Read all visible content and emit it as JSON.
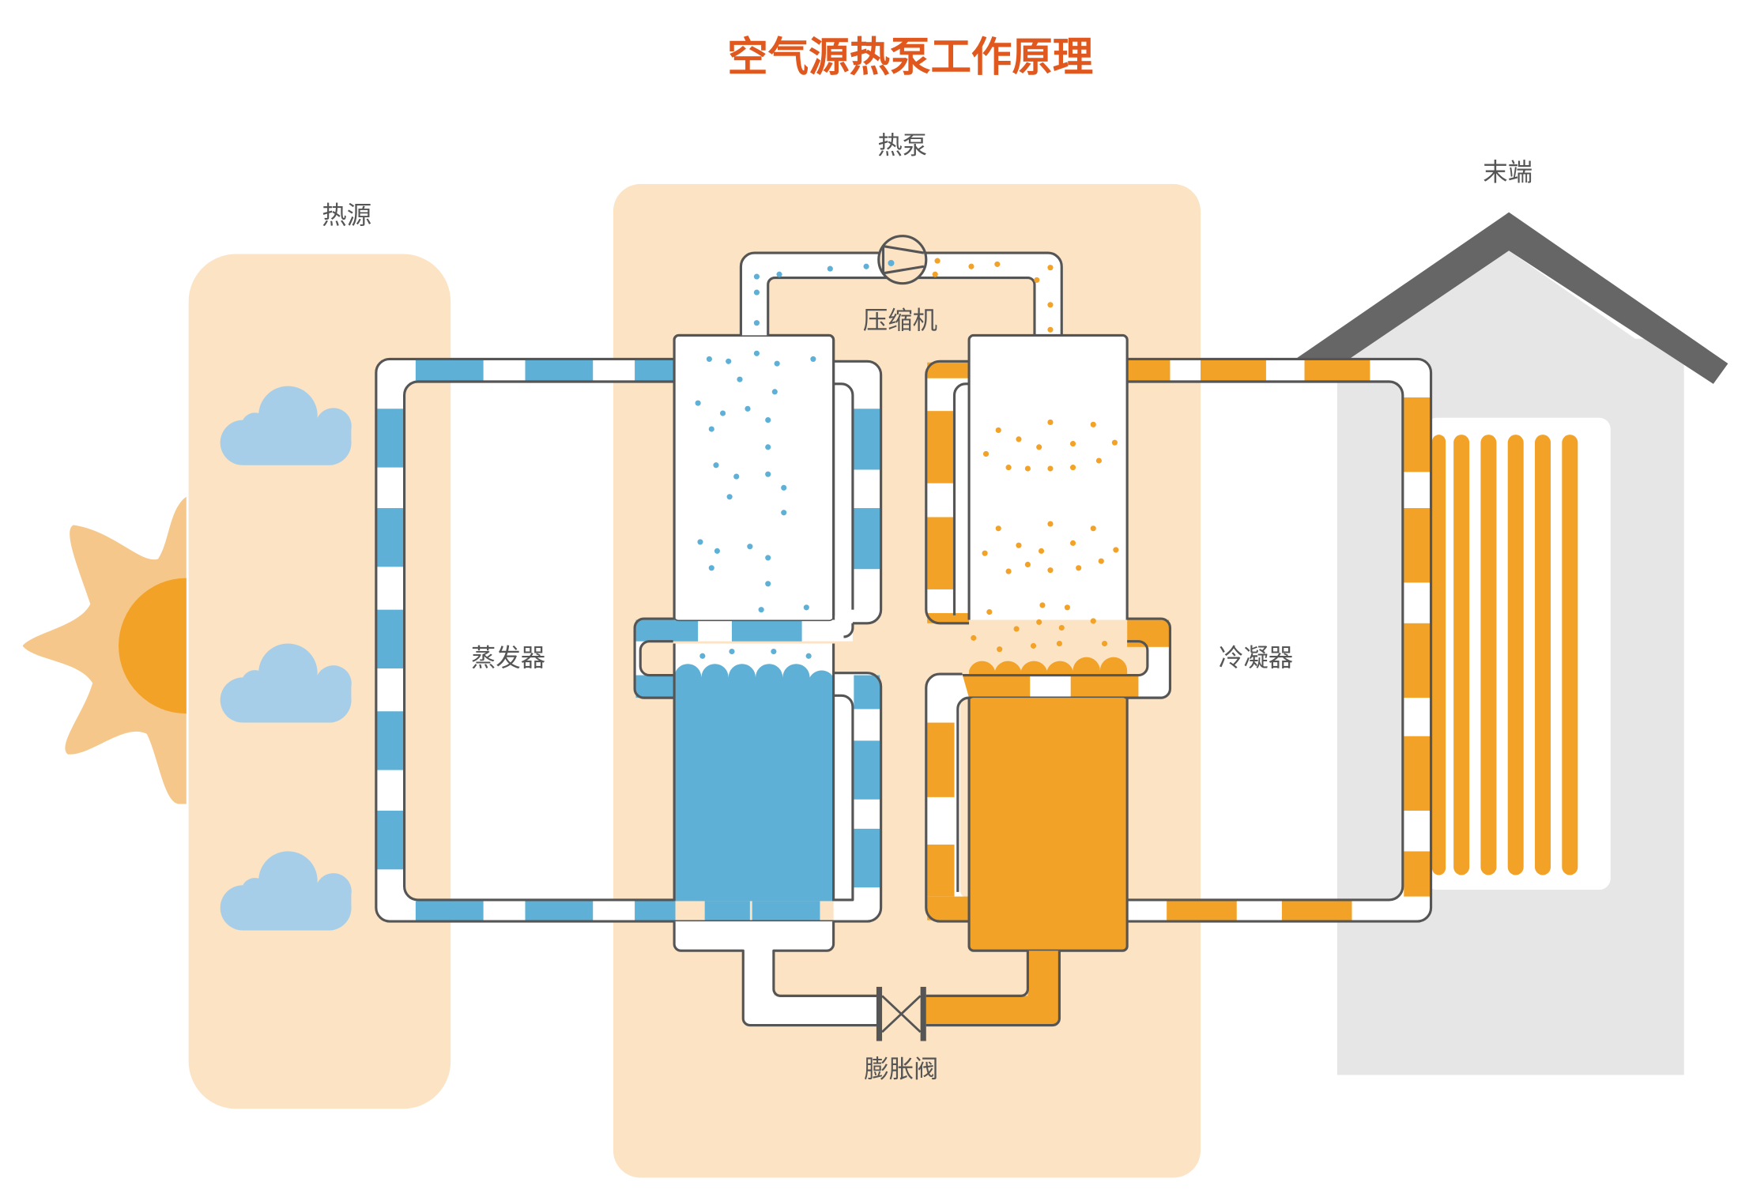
{
  "title": "空气源热泵工作原理",
  "sections": {
    "heat_source": "热源",
    "heat_pump": "热泵",
    "terminal": "末端"
  },
  "components": {
    "evaporator": "蒸发器",
    "condenser": "冷凝器",
    "compressor": "压缩机",
    "expansion_valve": "膨胀阀"
  },
  "colors": {
    "title": "#e0581e",
    "cold_medium": "#5eb0d6",
    "hot_medium": "#f3a228",
    "panel_bg": "#fbe3c4",
    "cloud": "#a6cee8",
    "sun_rays": "#f6c78a",
    "sun_core": "#f3a228",
    "house_wall": "#e6e6e6",
    "house_roof": "#666666",
    "outline": "#555555"
  },
  "icons": [
    "sun-icon",
    "cloud-icon",
    "compressor-icon",
    "expansion-valve-icon",
    "house-icon",
    "radiator-icon"
  ]
}
